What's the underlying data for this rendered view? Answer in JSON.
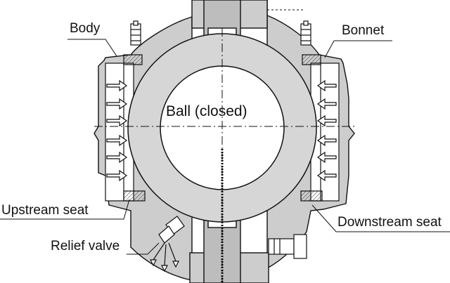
{
  "labels": {
    "body": "Body",
    "bonnet": "Bonnet",
    "ball": "Ball (closed)",
    "upstream_seat": "Upstream seat",
    "downstream_seat": "Downstream seat",
    "relief_valve": "Relief valve"
  },
  "colors": {
    "metal": "#cdcdcd",
    "metal_dark": "#bdbdbd",
    "ball": "#d6d6d6",
    "line": "#111111",
    "background": "#ffffff"
  }
}
